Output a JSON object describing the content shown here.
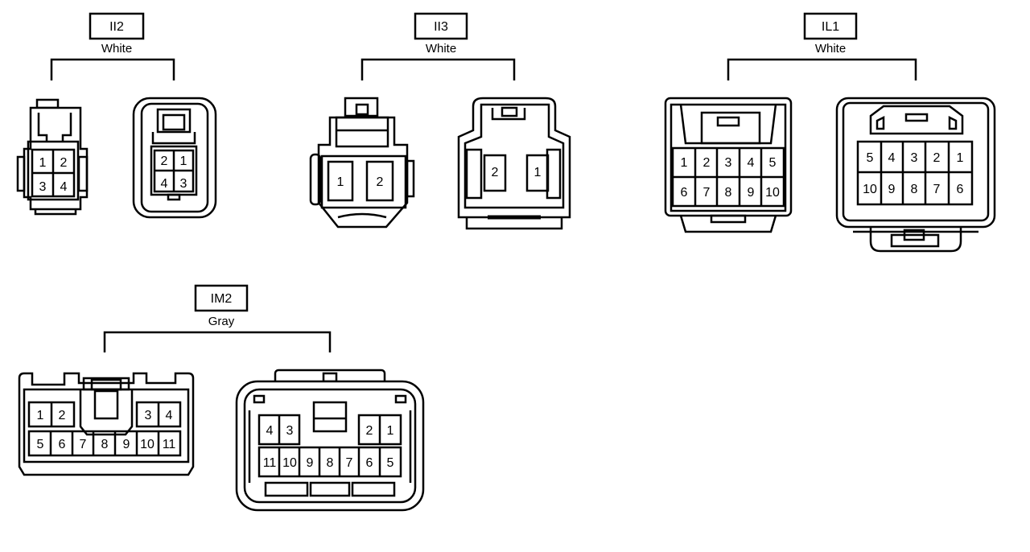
{
  "connectors": [
    {
      "id": "II2",
      "color": "White",
      "left_pins": [
        "1",
        "2",
        "3",
        "4"
      ],
      "right_pins": [
        "2",
        "1",
        "4",
        "3"
      ]
    },
    {
      "id": "II3",
      "color": "White",
      "left_pins": [
        "1",
        "2"
      ],
      "right_pins": [
        "2",
        "1"
      ]
    },
    {
      "id": "IL1",
      "color": "White",
      "left_pins": [
        "1",
        "2",
        "3",
        "4",
        "5",
        "6",
        "7",
        "8",
        "9",
        "10"
      ],
      "right_pins": [
        "5",
        "4",
        "3",
        "2",
        "1",
        "10",
        "9",
        "8",
        "7",
        "6"
      ]
    },
    {
      "id": "IM2",
      "color": "Gray",
      "left_pins": [
        "1",
        "2",
        "3",
        "4",
        "5",
        "6",
        "7",
        "8",
        "9",
        "10",
        "11"
      ],
      "right_pins": [
        "4",
        "3",
        "2",
        "1",
        "11",
        "10",
        "9",
        "8",
        "7",
        "6",
        "5"
      ]
    }
  ]
}
